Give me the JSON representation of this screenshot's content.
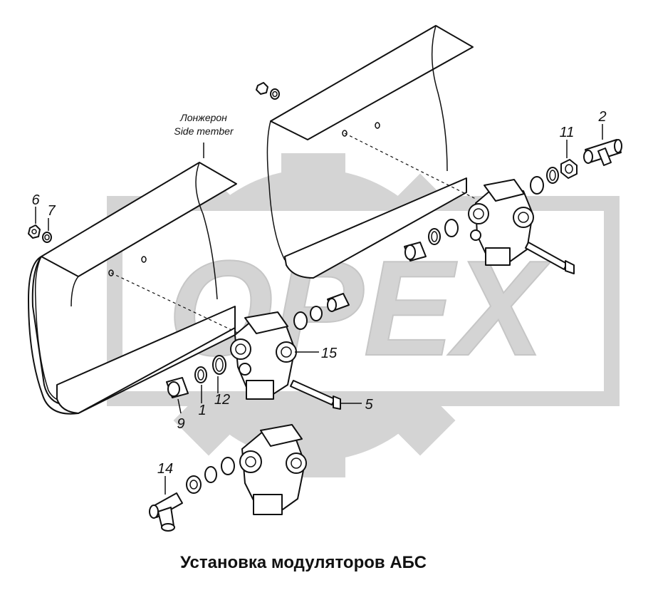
{
  "title": "Установка модуляторов АБС",
  "side_member_label_ru": "Лонжерон",
  "side_member_label_en": "Side member",
  "watermark": "OPEX",
  "callouts": {
    "c1": "1",
    "c2": "2",
    "c5": "5",
    "c6": "6",
    "c7": "7",
    "c9": "9",
    "c11": "11",
    "c12": "12",
    "c14": "14",
    "c15": "15"
  },
  "colors": {
    "ink": "#111111",
    "watermark": "#d4d4d4",
    "background": "#ffffff"
  }
}
